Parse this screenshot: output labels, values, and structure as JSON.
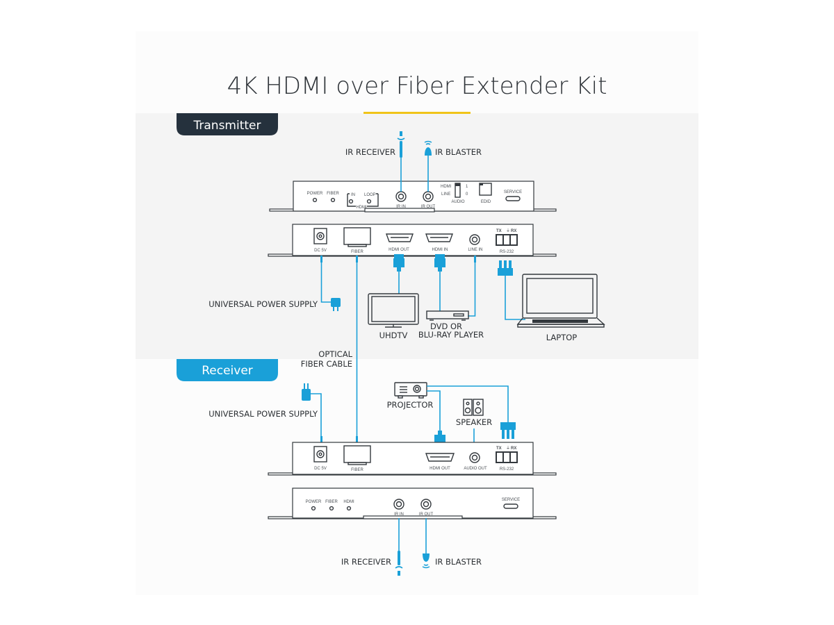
{
  "title": "4K HDMI over Fiber Extender Kit",
  "colors": {
    "accent_yellow": "#f0c419",
    "transmitter_tab": "#25313d",
    "receiver_tab": "#1aa0d8",
    "cable_blue": "#1aa0d8",
    "panel_gray": "#f4f4f4"
  },
  "transmitter": {
    "tab_label": "Transmitter",
    "front_panel": {
      "leds": [
        "POWER",
        "FIBER"
      ],
      "hdmi_group": {
        "in": "IN",
        "loop": "LOOP",
        "label": "HDMI"
      },
      "ports": [
        "IR IN",
        "IR OUT"
      ],
      "audio_switch": {
        "hdmi": "HDMI",
        "line": "LINE",
        "one": "1",
        "zero": "0",
        "label": "AUDIO"
      },
      "edid": "EDID",
      "service": "SERVICE"
    },
    "rear_panel": {
      "ports": [
        "DC 5V",
        "FIBER",
        "HDMI OUT",
        "HDMI IN",
        "LINE  IN",
        "RS-232"
      ],
      "rs232_pins": {
        "tx": "TX",
        "gnd": "⏚",
        "rx": "RX"
      }
    },
    "callouts": {
      "ir_receiver": "IR RECEIVER",
      "ir_blaster": "IR BLASTER",
      "power_supply": "UNIVERSAL POWER SUPPLY",
      "uhdtv": "UHDTV",
      "dvd_line1": "DVD OR",
      "dvd_line2": "BLU-RAY PLAYER",
      "laptop": "LAPTOP"
    }
  },
  "cable": {
    "line1": "OPTICAL",
    "line2": "FIBER CABLE"
  },
  "receiver": {
    "tab_label": "Receiver",
    "rear_panel": {
      "ports": [
        "DC 5V",
        "FIBER",
        "HDMI OUT",
        "AUDIO OUT",
        "RS-232"
      ],
      "rs232_pins": {
        "tx": "TX",
        "gnd": "⏚",
        "rx": "RX"
      }
    },
    "front_panel": {
      "leds": [
        "POWER",
        "FIBER",
        "HDMI"
      ],
      "ports": [
        "IR IN",
        "IR OUT"
      ],
      "service": "SERVICE"
    },
    "callouts": {
      "power_supply": "UNIVERSAL POWER SUPPLY",
      "projector": "PROJECTOR",
      "speaker": "SPEAKER",
      "ir_receiver": "IR RECEIVER",
      "ir_blaster": "IR BLASTER"
    }
  }
}
